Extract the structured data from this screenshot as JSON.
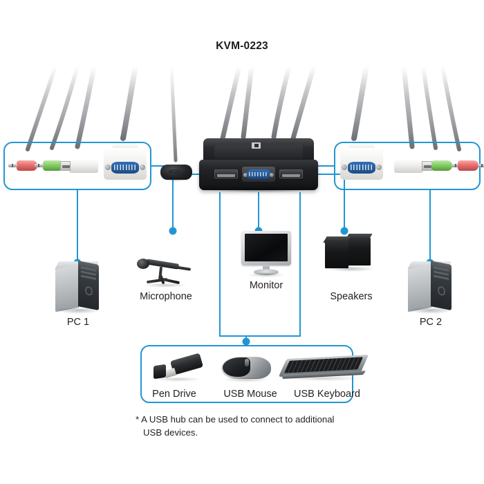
{
  "diagram": {
    "title": "KVM-0223",
    "footnote_marker": "*",
    "footnote_line1": "A USB hub can be used to connect to additional",
    "footnote_line2": "USB devices.",
    "accent_color": "#2196d3",
    "background_color": "#ffffff",
    "text_color": "#231f20"
  },
  "devices": {
    "pc1": "PC 1",
    "pc2": "PC 2",
    "microphone": "Microphone",
    "monitor": "Monitor",
    "speakers": "Speakers",
    "pen_drive": "Pen Drive",
    "usb_mouse": "USB Mouse",
    "usb_keyboard": "USB Keyboard"
  },
  "connectors": {
    "left_cluster": [
      {
        "name": "microphone-audio-jack",
        "color": "#e8706d",
        "type": "3.5mm-jack"
      },
      {
        "name": "speaker-audio-jack",
        "color": "#86cf63",
        "type": "3.5mm-jack"
      },
      {
        "name": "usb-type-a",
        "color": "#f0f0ee",
        "type": "usb"
      },
      {
        "name": "vga-db15",
        "color": "#2f6fb5",
        "type": "vga"
      }
    ],
    "right_cluster": [
      {
        "name": "vga-db15",
        "color": "#2f6fb5",
        "type": "vga"
      },
      {
        "name": "usb-type-a",
        "color": "#f0f0ee",
        "type": "usb"
      },
      {
        "name": "speaker-audio-jack",
        "color": "#86cf63",
        "type": "3.5mm-jack"
      },
      {
        "name": "microphone-audio-jack",
        "color": "#e8706d",
        "type": "3.5mm-jack"
      }
    ]
  },
  "kvm_ports": {
    "usb_left": "usb-port",
    "vga_center": "vga-port",
    "usb_right": "usb-port"
  }
}
